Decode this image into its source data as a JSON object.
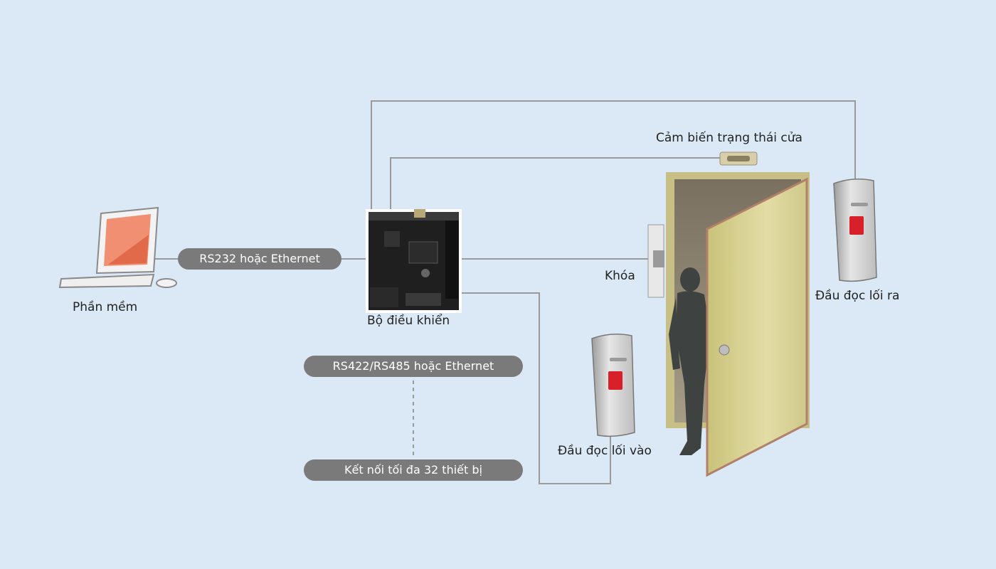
{
  "colors": {
    "background": "#dbe9f6",
    "wire": "#9a9a9a",
    "pill": "#7a7a7a",
    "pill_text": "#ffffff",
    "door": "#d6cf8a",
    "door_frame": "#c8bf86",
    "reader_red": "#d8202a",
    "screen": "#f08f72"
  },
  "icons": {
    "computer": "computer-icon",
    "controller": "controller-board-icon",
    "sensor": "door-sensor-icon",
    "lock": "lock-icon",
    "reader_in": "card-reader-icon",
    "reader_out": "card-reader-icon",
    "door": "door-icon",
    "person": "person-icon"
  },
  "labels": {
    "software": "Phần mềm",
    "controller": "Bộ điều khiển",
    "sensor": "Cảm biến trạng thái cửa",
    "lock": "Khóa",
    "reader_in": "Đầu đọc lối vào",
    "reader_out": "Đầu đọc lối ra"
  },
  "connections": {
    "pc_link": "RS232 hoặc Ethernet",
    "network_link": "RS422/RS485 hoặc Ethernet",
    "max_devices": "Kết nối tối đa 32 thiết bị"
  }
}
